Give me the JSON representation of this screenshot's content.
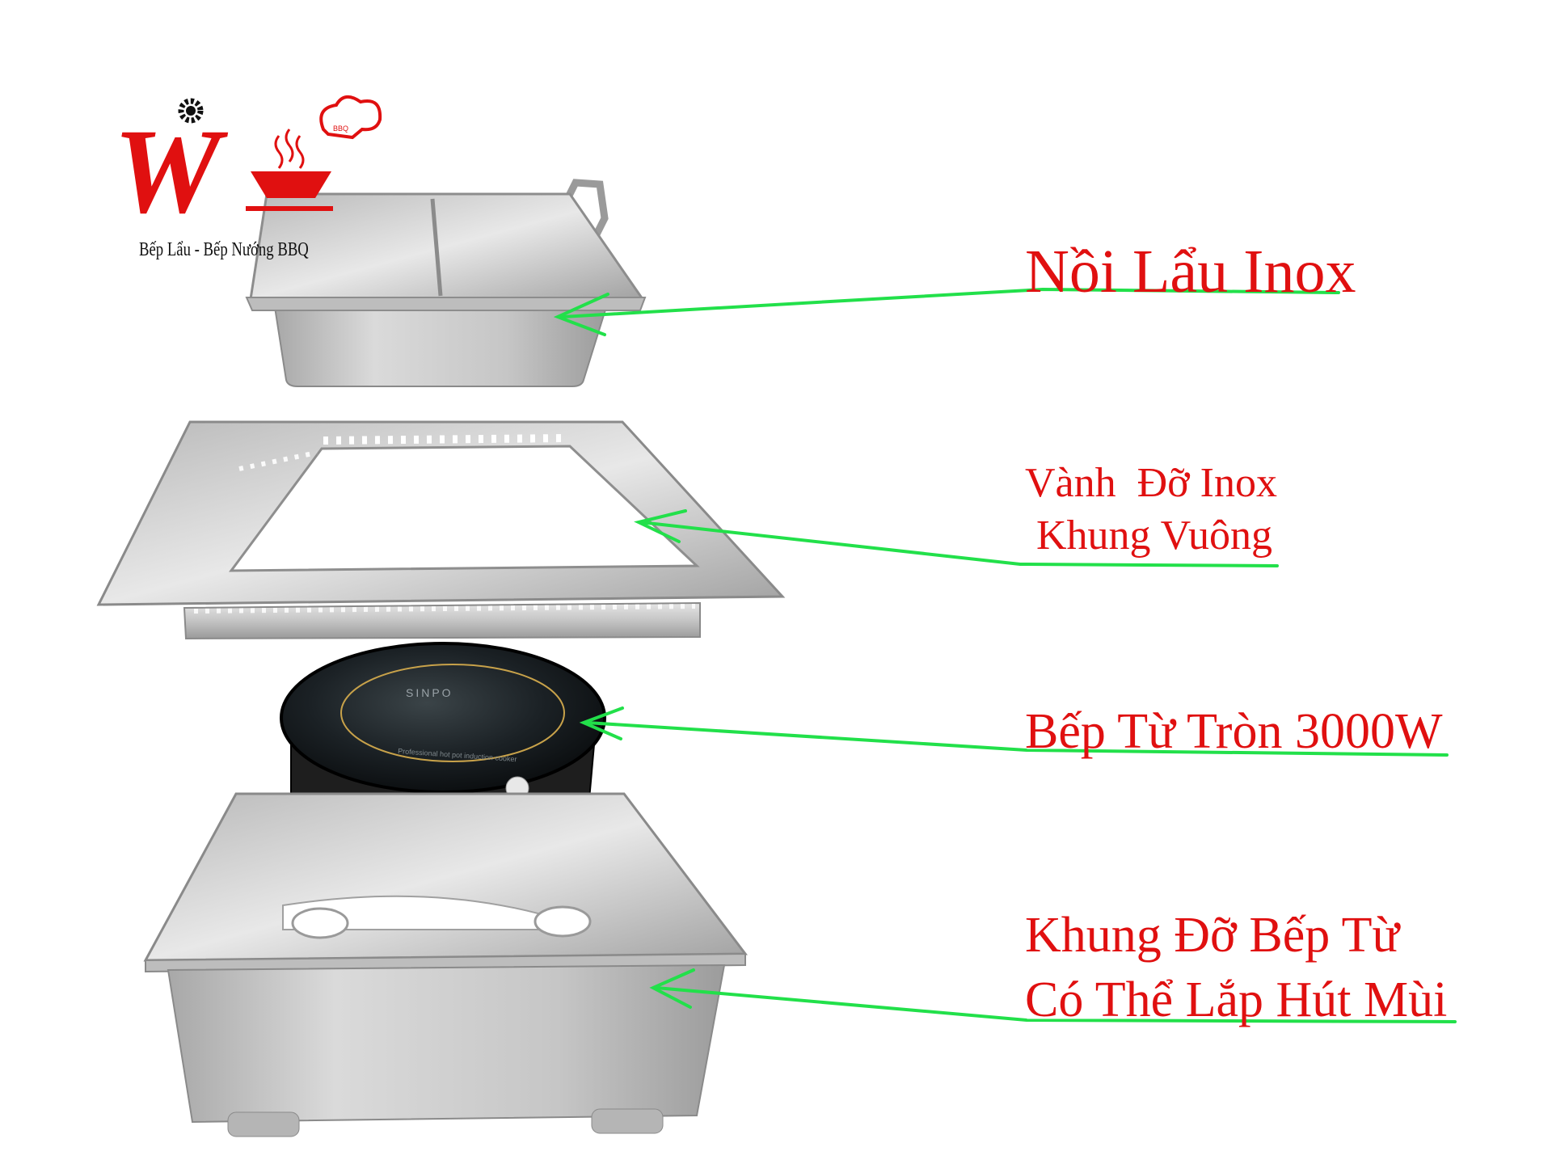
{
  "logo": {
    "brand_letter": "W",
    "tagline": "Bếp Lẩu - Bếp Nướng BBQ",
    "hat_text": "BBQ",
    "brand_color": "#e01010"
  },
  "parts": [
    {
      "id": "hotpot",
      "label_lines": [
        "Nồi Lẩu Inox"
      ]
    },
    {
      "id": "rim",
      "label_lines": [
        "Vành  Đỡ Inox",
        "Khung Vuông"
      ]
    },
    {
      "id": "induction",
      "label_lines": [
        "Bếp Từ Tròn 3000W"
      ],
      "stove_brand": "SINPO",
      "stove_subtext": "Professional hot pot induction cooker"
    },
    {
      "id": "stand",
      "label_lines": [
        "Khung Đỡ Bếp Từ",
        "Có Thể Lắp Hút Mùi"
      ]
    }
  ],
  "colors": {
    "label": "#e01010",
    "arrow": "#22e04a",
    "steel_light": "#dcdcdc",
    "steel_dark": "#8f8f8f",
    "stove_glass": "#15191c"
  }
}
